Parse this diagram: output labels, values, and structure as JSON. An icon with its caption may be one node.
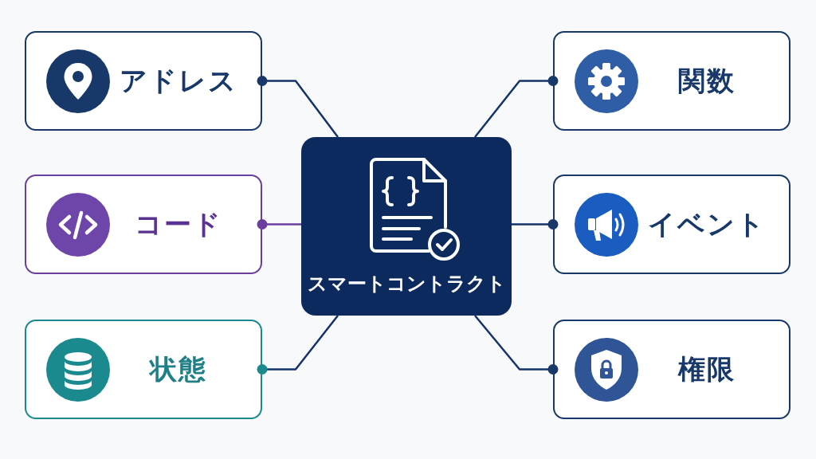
{
  "diagram": {
    "nodes": [
      {
        "text": [
          "アドレス"
        ]
      },
      {
        "text": [
          "関数"
        ]
      },
      {
        "text": [
          "コード"
        ]
      },
      {
        "text": [
          "スマートコントラクト"
        ]
      },
      {
        "text": [
          "イベント"
        ]
      },
      {
        "text": [
          "状態"
        ]
      },
      {
        "text": [
          "権限"
        ]
      }
    ],
    "edges": [
      {
        "from": 3,
        "to": 0,
        "arrow": "other"
      },
      {
        "from": 3,
        "to": 1,
        "arrow": "other"
      },
      {
        "from": 3,
        "to": 2,
        "arrow": "other",
        "color": "#6a3fa0"
      },
      {
        "from": 3,
        "to": 4,
        "arrow": "other"
      },
      {
        "from": 3,
        "to": 5,
        "arrow": "other"
      },
      {
        "from": 3,
        "to": 6,
        "arrow": "other"
      }
    ]
  }
}
